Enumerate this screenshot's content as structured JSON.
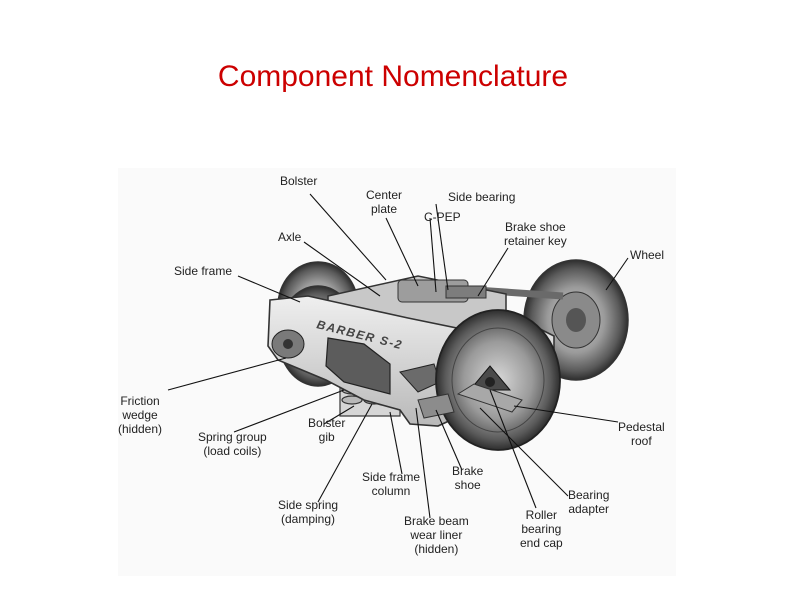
{
  "slide": {
    "title": "Component Nomenclature"
  },
  "figure": {
    "engraving": "BARBER S-2",
    "labels": {
      "bolster": "Bolster",
      "center_plate": "Center\nplate",
      "side_bearing": "Side bearing",
      "c_pep": "C-PEP",
      "brake_shoe_retainer_key": "Brake shoe\nretainer key",
      "wheel": "Wheel",
      "axle": "Axle",
      "side_frame": "Side frame",
      "friction_wedge": "Friction\nwedge\n(hidden)",
      "spring_group": "Spring group\n(load coils)",
      "bolster_gib": "Bolster\ngib",
      "pedestal_roof": "Pedestal\nroof",
      "brake_shoe": "Brake\nshoe",
      "side_frame_column": "Side frame\ncolumn",
      "bearing_adapter": "Bearing\nadapter",
      "side_spring": "Side spring\n(damping)",
      "brake_beam_wear_liner": "Brake beam\nwear liner\n(hidden)",
      "roller_bearing_end_cap": "Roller\nbearing\nend cap"
    }
  }
}
